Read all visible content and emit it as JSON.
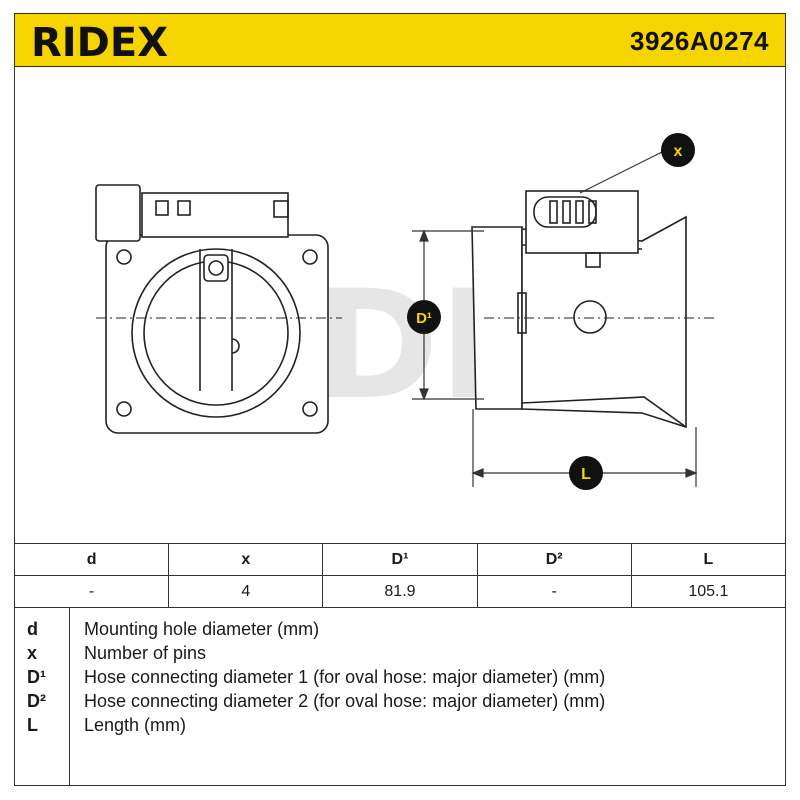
{
  "header": {
    "brand": "RIDEX",
    "part_number": "3926A0274",
    "brand_color": "#f5d400"
  },
  "drawing": {
    "watermark": "RIDEX",
    "callouts": {
      "x": "x",
      "d1": "D¹",
      "l": "L"
    }
  },
  "spec_table": {
    "columns": [
      "d",
      "x",
      "D¹",
      "D²",
      "L"
    ],
    "values": [
      "-",
      "4",
      "81.9",
      "-",
      "105.1"
    ]
  },
  "legend": [
    {
      "key": "d",
      "desc": "Mounting hole diameter (mm)"
    },
    {
      "key": "x",
      "desc": "Number of pins"
    },
    {
      "key": "D¹",
      "desc": "Hose connecting diameter 1 (for oval hose: major diameter) (mm)"
    },
    {
      "key": "D²",
      "desc": "Hose connecting diameter 2 (for oval hose: major diameter) (mm)"
    },
    {
      "key": "L",
      "desc": "Length (mm)"
    }
  ]
}
